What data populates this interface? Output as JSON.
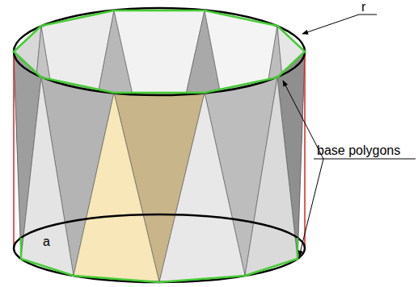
{
  "diagram": {
    "labels": [
      "r",
      "base polygons",
      "a"
    ]
  }
}
